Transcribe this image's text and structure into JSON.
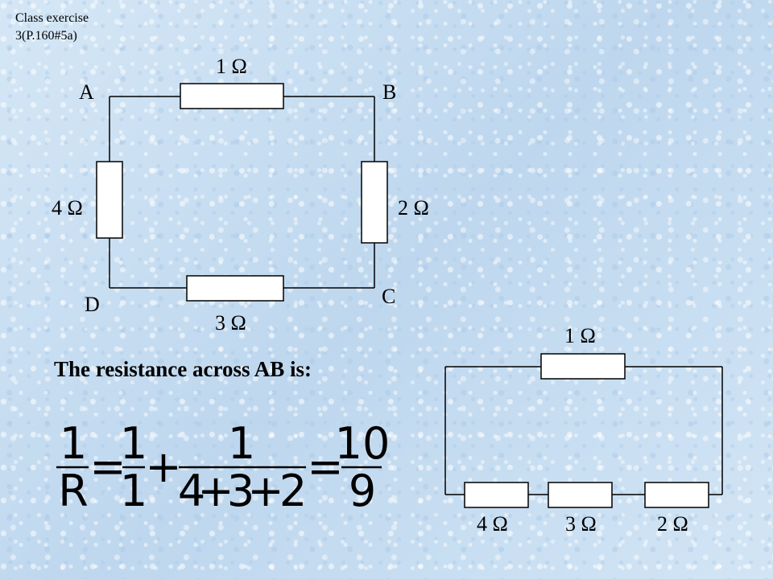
{
  "caption": {
    "line1": "Class exercise",
    "line2": "3(P.160#5a)"
  },
  "circuit1": {
    "nodes": {
      "a": "A",
      "b": "B",
      "c": "C",
      "d": "D"
    },
    "resistors": {
      "top": "1 Ω",
      "right": "2 Ω",
      "bottom": "3 Ω",
      "left": "4 Ω"
    }
  },
  "statement": "The resistance across AB is:",
  "equation": {
    "lhs_num": "1",
    "lhs_den": "R",
    "op_eq1": "=",
    "t1_num": "1",
    "t1_den": "1",
    "op_plus": "+",
    "t2_num": "1",
    "t2_den": {
      "a": "4",
      "p1": "+",
      "b": "3",
      "p2": "+",
      "c": "2"
    },
    "op_eq2": "=",
    "res_num": "10",
    "res_den": "9"
  },
  "circuit2": {
    "resistors": {
      "top": "1 Ω",
      "r1": "4 Ω",
      "r2": "3 Ω",
      "r3": "2 Ω"
    }
  }
}
